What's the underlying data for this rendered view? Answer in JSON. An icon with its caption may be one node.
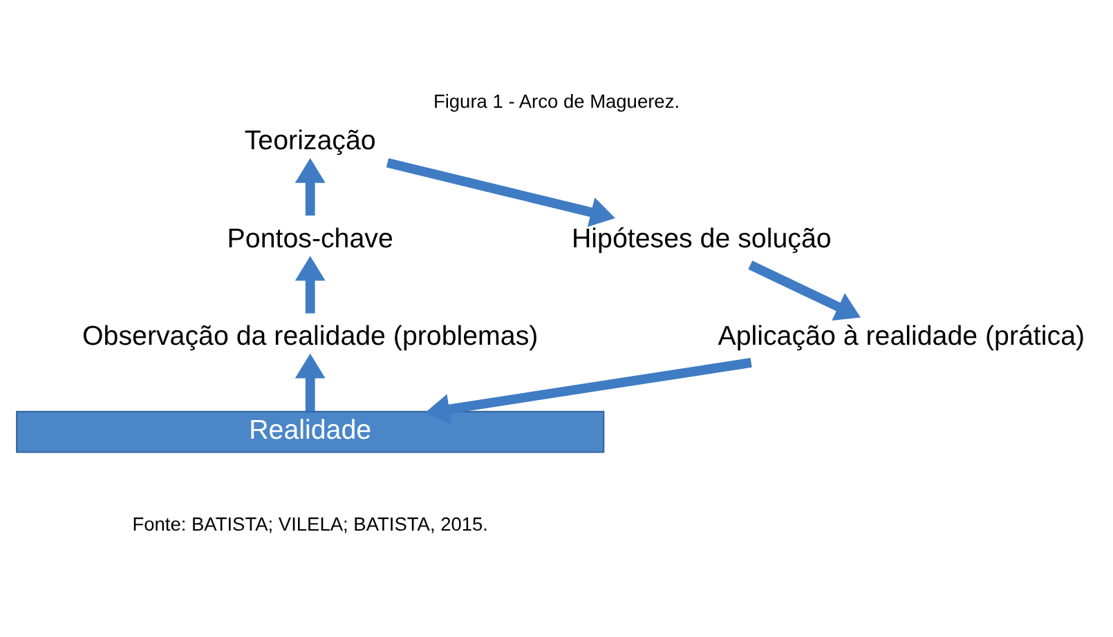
{
  "diagram": {
    "title": "Figura 1 - Arco de Maguerez.",
    "caption": "Fonte: BATISTA; VILELA; BATISTA, 2015.",
    "nodes": [
      {
        "text": [
          "Teorização"
        ]
      },
      {
        "text": [
          "Pontos-chave"
        ]
      },
      {
        "text": [
          "Hipóteses de solução"
        ]
      },
      {
        "text": [
          "Observação da realidade (problemas)"
        ]
      },
      {
        "text": [
          "Aplicação à realidade (prática)"
        ]
      },
      {
        "text": [
          "Realidade"
        ]
      }
    ],
    "edges": [
      {
        "from": 5,
        "to": 3,
        "arrow": "to"
      },
      {
        "from": 3,
        "to": 1,
        "arrow": "to"
      },
      {
        "from": 1,
        "to": 0,
        "arrow": "to"
      },
      {
        "from": 0,
        "to": 2,
        "arrow": "to"
      },
      {
        "from": 2,
        "to": 4,
        "arrow": "to"
      },
      {
        "from": 4,
        "to": 5,
        "arrow": "to"
      }
    ]
  }
}
